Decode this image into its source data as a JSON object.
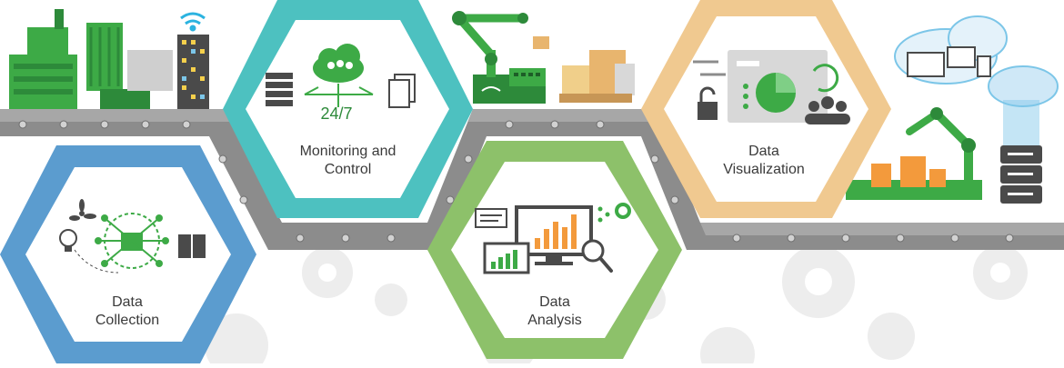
{
  "stages": [
    {
      "line1": "Data",
      "line2": "Collection",
      "color": "#5b9ccf"
    },
    {
      "line1": "Monitoring and",
      "line2": "Control",
      "color": "#4dc1c0"
    },
    {
      "line1": "Data",
      "line2": "Analysis",
      "color": "#8dc16a"
    },
    {
      "line1": "Data",
      "line2": "Visualization",
      "color": "#f0c990"
    }
  ],
  "monitoring": {
    "uptime": "24/7"
  },
  "colors": {
    "green": "#3daa46",
    "dark_green": "#2d8a3a",
    "grey": "#9a9a9a",
    "dark_grey": "#4a4a4a",
    "orange": "#f39a3c",
    "cardboard": "#e8b56e",
    "conveyor": "#8c8c8c",
    "gear_bg": "#ececec"
  },
  "icons": [
    "factory-icon",
    "wifi-icon",
    "robot-arm-icon",
    "cloud-icon",
    "server-icon",
    "chart-icon",
    "lock-icon",
    "users-icon",
    "magnifier-icon",
    "monitor-icon"
  ]
}
